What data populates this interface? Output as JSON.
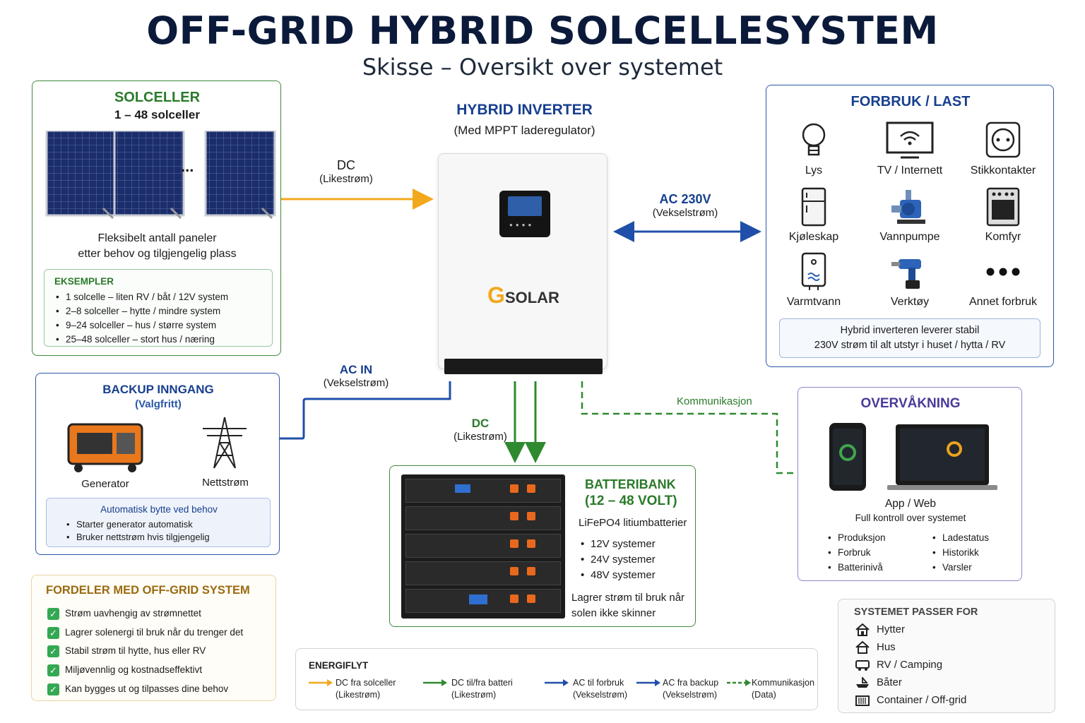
{
  "title": "OFF-GRID HYBRID SOLCELLESYSTEM",
  "subtitle": "Skisse – Oversikt over systemet",
  "solar": {
    "heading": "SOLCELLER",
    "subheading": "1 – 48 solceller",
    "ellipsis": "...",
    "desc_line1": "Fleksibelt antall paneler",
    "desc_line2": "etter behov og tilgjengelig plass",
    "examples_heading": "EKSEMPLER",
    "examples": [
      "1 solcelle – liten RV / båt / 12V system",
      "2–8 solceller – hytte / mindre system",
      "9–24 solceller – hus / større system",
      "25–48 solceller – stort hus / næring"
    ]
  },
  "inverter": {
    "heading": "HYBRID INVERTER",
    "subheading": "(Med MPPT laderegulator)",
    "brand_g": "G",
    "brand": "SOLAR"
  },
  "flows": {
    "dc_solar_label": "DC",
    "dc_solar_sub": "(Likestrøm)",
    "ac_out_label": "AC 230V",
    "ac_out_sub": "(Vekselstrøm)",
    "ac_in_label": "AC IN",
    "ac_in_sub": "(Vekselstrøm)",
    "dc_batt_label": "DC",
    "dc_batt_sub": "(Likestrøm)",
    "comm_label": "Kommunikasjon"
  },
  "load": {
    "heading": "FORBRUK / LAST",
    "items": [
      {
        "label": "Lys",
        "icon": "lightbulb-icon"
      },
      {
        "label": "TV / Internett",
        "icon": "tv-wifi-icon"
      },
      {
        "label": "Stikkontakter",
        "icon": "socket-icon"
      },
      {
        "label": "Kjøleskap",
        "icon": "fridge-icon"
      },
      {
        "label": "Vannpumpe",
        "icon": "water-pump-icon"
      },
      {
        "label": "Komfyr",
        "icon": "stove-icon"
      },
      {
        "label": "Varmtvann",
        "icon": "water-heater-icon"
      },
      {
        "label": "Verktøy",
        "icon": "drill-icon"
      },
      {
        "label": "Annet forbruk",
        "icon": "more-icon"
      }
    ],
    "note_line1": "Hybrid inverteren leverer stabil",
    "note_line2": "230V strøm til alt utstyr i huset / hytta / RV"
  },
  "backup": {
    "heading": "BACKUP INNGANG",
    "subheading": "(Valgfritt)",
    "generator_label": "Generator",
    "grid_label": "Nettstrøm",
    "note_heading": "Automatisk bytte ved behov",
    "note_items": [
      "Starter generator automatisk",
      "Bruker nettstrøm hvis tilgjengelig"
    ]
  },
  "battery": {
    "heading": "BATTERIBANK",
    "voltage": "(12 – 48 VOLT)",
    "type": "LiFePO4 litiumbatterier",
    "systems": [
      "12V systemer",
      "24V systemer",
      "48V systemer"
    ],
    "note_line1": "Lagrer strøm til bruk når",
    "note_line2": "solen ikke skinner"
  },
  "monitor": {
    "heading": "OVERVÅKNING",
    "app_label": "App / Web",
    "app_sub": "Full kontroll over systemet",
    "col1": [
      "Produksjon",
      "Forbruk",
      "Batterinivå"
    ],
    "col2": [
      "Ladestatus",
      "Historikk",
      "Varsler"
    ]
  },
  "benefits": {
    "heading": "FORDELER MED OFF-GRID SYSTEM",
    "items": [
      "Strøm uavhengig av strømnettet",
      "Lagrer solenergi til bruk når du trenger det",
      "Stabil strøm til hytte, hus eller RV",
      "Miljøvennlig og kostnadseffektivt",
      "Kan bygges ut og tilpasses dine behov"
    ]
  },
  "legend": {
    "heading": "ENERGIFLYT",
    "items": [
      {
        "line1": "DC fra solceller",
        "line2": "(Likestrøm)",
        "color": "#f2a81d",
        "style": "solid"
      },
      {
        "line1": "DC til/fra batteri",
        "line2": "(Likestrøm)",
        "color": "#2f8a2f",
        "style": "solid"
      },
      {
        "line1": "AC til forbruk",
        "line2": "(Vekselstrøm)",
        "color": "#1f4fa8",
        "style": "solid"
      },
      {
        "line1": "AC fra backup",
        "line2": "(Vekselstrøm)",
        "color": "#1f4fa8",
        "style": "solid"
      },
      {
        "line1": "Kommunikasjon",
        "line2": "(Data)",
        "color": "#2f8a2f",
        "style": "dashed"
      }
    ]
  },
  "fits": {
    "heading": "SYSTEMET PASSER FOR",
    "items": [
      {
        "label": "Hytter",
        "icon": "cabin-icon"
      },
      {
        "label": "Hus",
        "icon": "house-icon"
      },
      {
        "label": "RV / Camping",
        "icon": "rv-icon"
      },
      {
        "label": "Båter",
        "icon": "boat-icon"
      },
      {
        "label": "Container / Off-grid",
        "icon": "container-icon"
      }
    ]
  },
  "colors": {
    "solar_dc": "#f2a81d",
    "battery_dc": "#2f8a2f",
    "ac": "#1f4fa8",
    "comm": "#2f8a2f"
  }
}
